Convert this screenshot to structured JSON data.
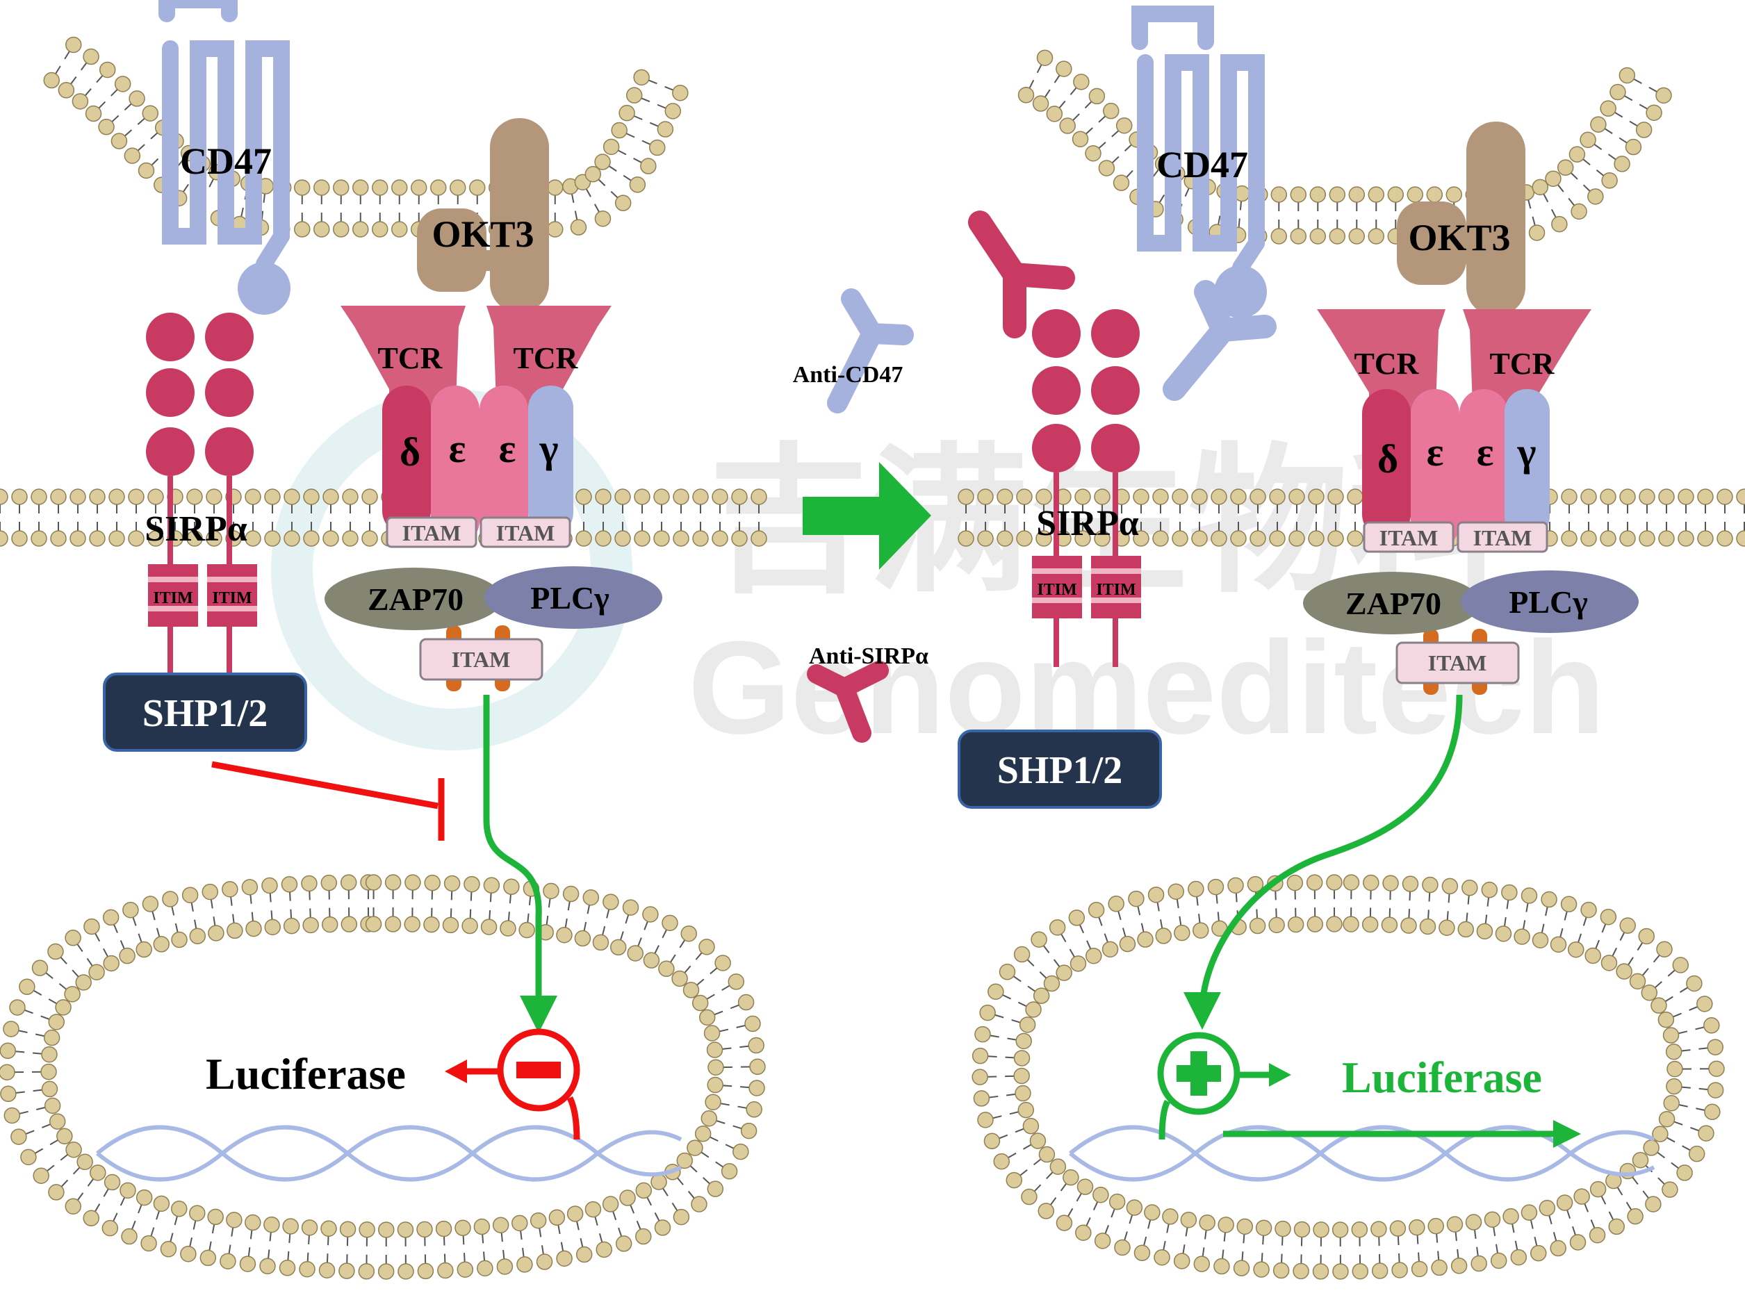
{
  "left_panel": {
    "cd47": "CD47",
    "okt3": "OKT3",
    "tcr_left": "TCR",
    "tcr_right": "TCR",
    "delta": "δ",
    "epsilon_1": "ε",
    "epsilon_2": "ε",
    "gamma": "γ",
    "sirpa": "SIRPα",
    "itim_1": "ITIM",
    "itim_2": "ITIM",
    "itam_1": "ITAM",
    "itam_2": "ITAM",
    "itam_lower": "ITAM",
    "zap70": "ZAP70",
    "plcg": "PLCγ",
    "shp": "SHP1/2",
    "reporter": "Luciferase"
  },
  "middle": {
    "anti_cd47": "Anti-CD47",
    "anti_sirpa": "Anti-SIRPα"
  },
  "right_panel": {
    "cd47": "CD47",
    "okt3": "OKT3",
    "tcr_left": "TCR",
    "tcr_right": "TCR",
    "delta": "δ",
    "epsilon_1": "ε",
    "epsilon_2": "ε",
    "gamma": "γ",
    "sirpa": "SIRPα",
    "itim_1": "ITIM",
    "itim_2": "ITIM",
    "itam_1": "ITAM",
    "itam_2": "ITAM",
    "itam_lower": "ITAM",
    "zap70": "ZAP70",
    "plcg": "PLCγ",
    "shp": "SHP1/2",
    "reporter": "Luciferase"
  },
  "watermark": {
    "chinese": "吉满生物科",
    "english": "Genomeditech"
  },
  "colors": {
    "membrane_head": "#dccb9b",
    "cd47": "#a5b2dd",
    "okt3": "#b4967a",
    "tcr": "#d45e7c",
    "sirpa": "#c83a62",
    "itam_fill": "#f3d8e2",
    "zap70": "#858573",
    "plcg": "#7d80a8",
    "shp": "#25344d",
    "activation": "#1db43a",
    "inhibition": "#f01010",
    "dna": "#a9b9e6"
  }
}
